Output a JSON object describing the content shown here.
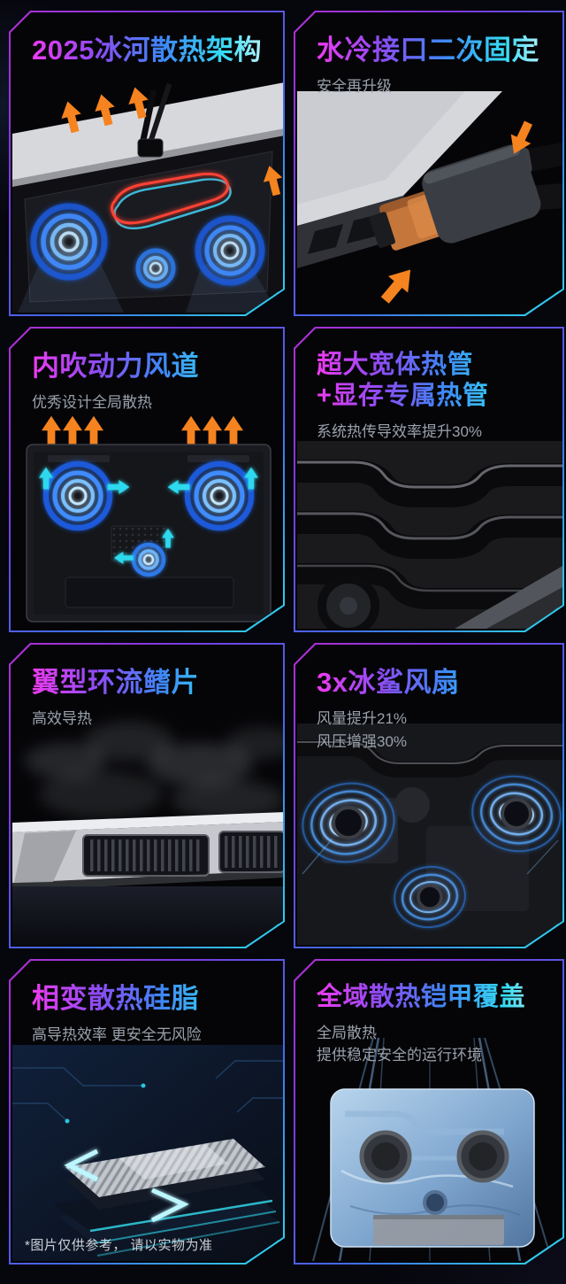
{
  "page": {
    "background_color": "#06060d",
    "disclaimer": "*图片仅供参考， 请以实物为准"
  },
  "theme": {
    "title_gradient": [
      "#ee3bf0",
      "#8d4cf4",
      "#3f86f7",
      "#35dcf3"
    ],
    "subtitle_color": "#9aa1ab",
    "card_background": "#050508",
    "card_border_gradient": [
      "#b02fd2",
      "#2fd8ee"
    ],
    "corner_accent_color": "#2fe3f2",
    "heat_arrow_color": "#f5831f",
    "airflow_arrow_color": "#2fd8ee",
    "fan_glow_color": "#3f8cff"
  },
  "cards": [
    {
      "title": "2025冰河散热架构",
      "subtitle": "",
      "illustration": "laptop-bottom-fans-tilted"
    },
    {
      "title": "水冷接口二次固定",
      "subtitle": "安全再升级",
      "illustration": "water-cooling-connector"
    },
    {
      "title": "内吹动力风道",
      "subtitle": "优秀设计全局散热",
      "illustration": "laptop-bottom-airflow"
    },
    {
      "title": "超大宽体热管\n+显存专属热管",
      "subtitle": "系统热传导效率提升30%",
      "illustration": "wide-heat-pipes"
    },
    {
      "title": "翼型环流鳍片",
      "subtitle": "高效导热",
      "illustration": "vent-fins-smoke"
    },
    {
      "title": "3x冰鲨风扇",
      "subtitle": "风量提升21%\n风压增强30%",
      "illustration": "three-fans-glow"
    },
    {
      "title": "相变散热硅脂",
      "subtitle": "高导热效率 更安全无风险",
      "illustration": "phase-change-paste-chip"
    },
    {
      "title": "全域散热铠甲覆盖",
      "subtitle": "全局散热\n提供稳定安全的运行环境",
      "illustration": "cooling-armor-cover"
    }
  ]
}
